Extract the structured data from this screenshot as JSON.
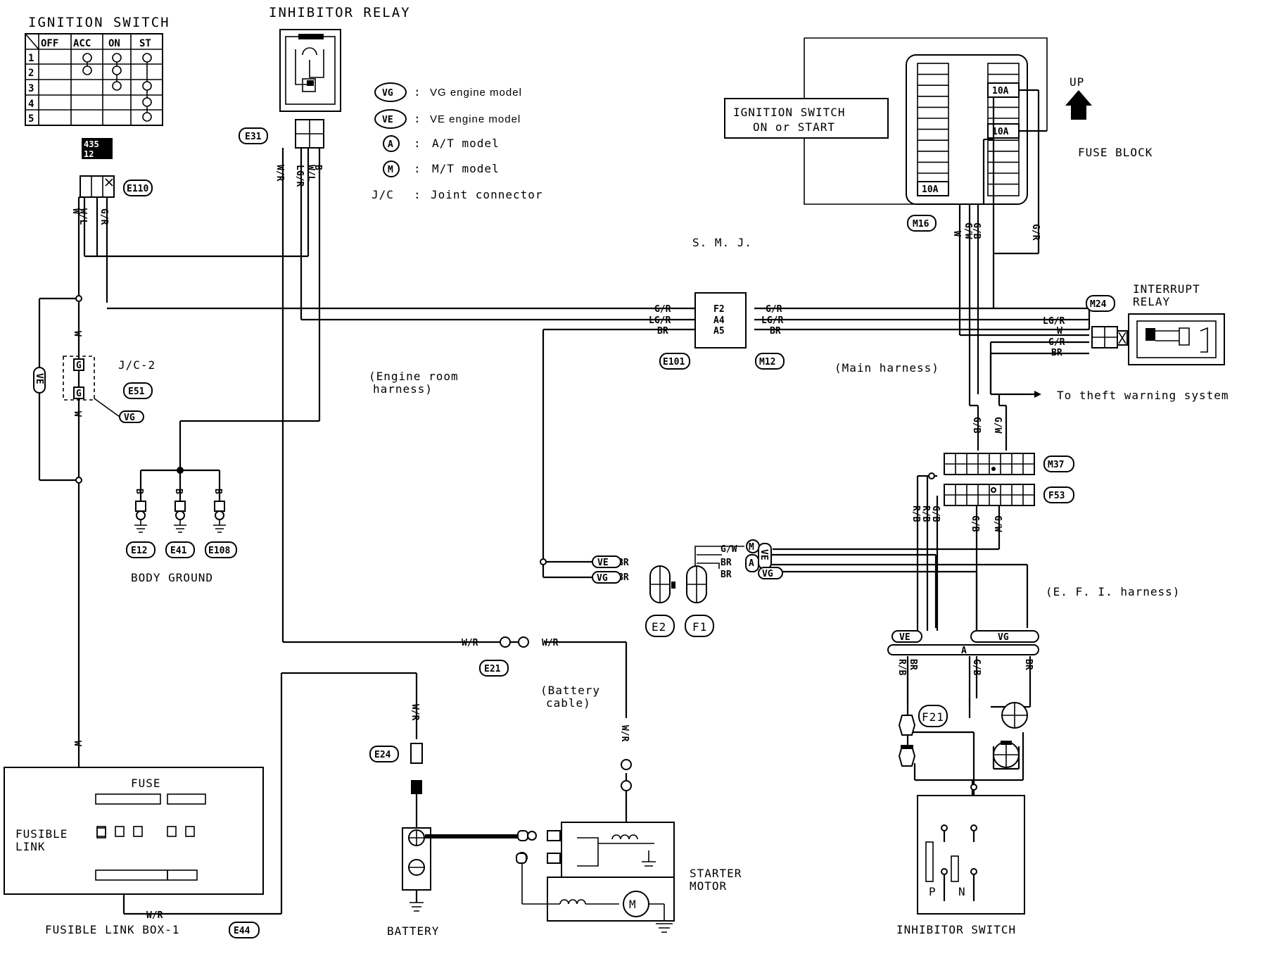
{
  "titles": {
    "ignition_switch": "IGNITION SWITCH",
    "inhibitor_relay": "INHIBITOR RELAY",
    "fuse_block": "FUSE BLOCK",
    "up": "UP",
    "ign_on_start_1": "IGNITION SWITCH",
    "ign_on_start_2": "ON or START",
    "smj": "S. M. J.",
    "interrupt_relay_1": "INTERRUPT",
    "interrupt_relay_2": "RELAY",
    "theft": "To theft warning system",
    "main_harness": "(Main harness)",
    "engine_room_1": "(Engine room",
    "engine_room_2": "harness)",
    "efi_harness": "(E. F. I.  harness)",
    "battery_cable_1": "(Battery",
    "battery_cable_2": "cable)",
    "jc2": "J/C-2",
    "body_ground": "BODY GROUND",
    "fuse": "FUSE",
    "fusible_link_1": "FUSIBLE",
    "fusible_link_2": "LINK",
    "fusible_link_box": "FUSIBLE LINK BOX-1",
    "battery": "BATTERY",
    "starter_motor_1": "STARTER",
    "starter_motor_2": "MOTOR",
    "inhibitor_switch": "INHIBITOR SWITCH",
    "p": "P",
    "n": "N"
  },
  "legend": [
    {
      "code": "VG",
      "sep": ":",
      "text": "VG engine model"
    },
    {
      "code": "VE",
      "sep": ":",
      "text": "VE engine model"
    },
    {
      "code": "A",
      "sep": ":",
      "text": "A/T model"
    },
    {
      "code": "M",
      "sep": ":",
      "text": "M/T model"
    },
    {
      "code": "J/C",
      "sep": ":",
      "text": "Joint connector"
    }
  ],
  "ignition_table": {
    "headers": [
      "OFF",
      "ACC",
      "ON",
      "ST"
    ],
    "rows": [
      "1",
      "2",
      "3",
      "4",
      "5"
    ]
  },
  "connectors": {
    "e31": "E31",
    "e110": "E110",
    "e51": "E51",
    "e12": "E12",
    "e41": "E41",
    "e108": "E108",
    "e101": "E101",
    "m12": "M12",
    "m16": "M16",
    "m24": "M24",
    "m37": "M37",
    "f53": "F53",
    "e2": "E2",
    "f1": "F1",
    "e21": "E21",
    "e24": "E24",
    "f21": "F21",
    "e44": "E44",
    "vg_tag": "VG"
  },
  "fuses": {
    "f1": "10A",
    "f2": "10A",
    "f3": "10A"
  },
  "smj_pins": [
    "F2",
    "A4",
    "A5"
  ],
  "pin_numbers": {
    "top": "435",
    "bottom": "12"
  },
  "wires": {
    "w": "W",
    "wl": "W/L",
    "gr": "G/R",
    "wr": "W/R",
    "lgr": "LG/R",
    "b": "B",
    "br": "BR",
    "gb": "G/B",
    "gw": "G/W",
    "rb": "R/B",
    "g": "G",
    "ve": "VE",
    "vg": "VG",
    "a": "A",
    "m": "M"
  }
}
